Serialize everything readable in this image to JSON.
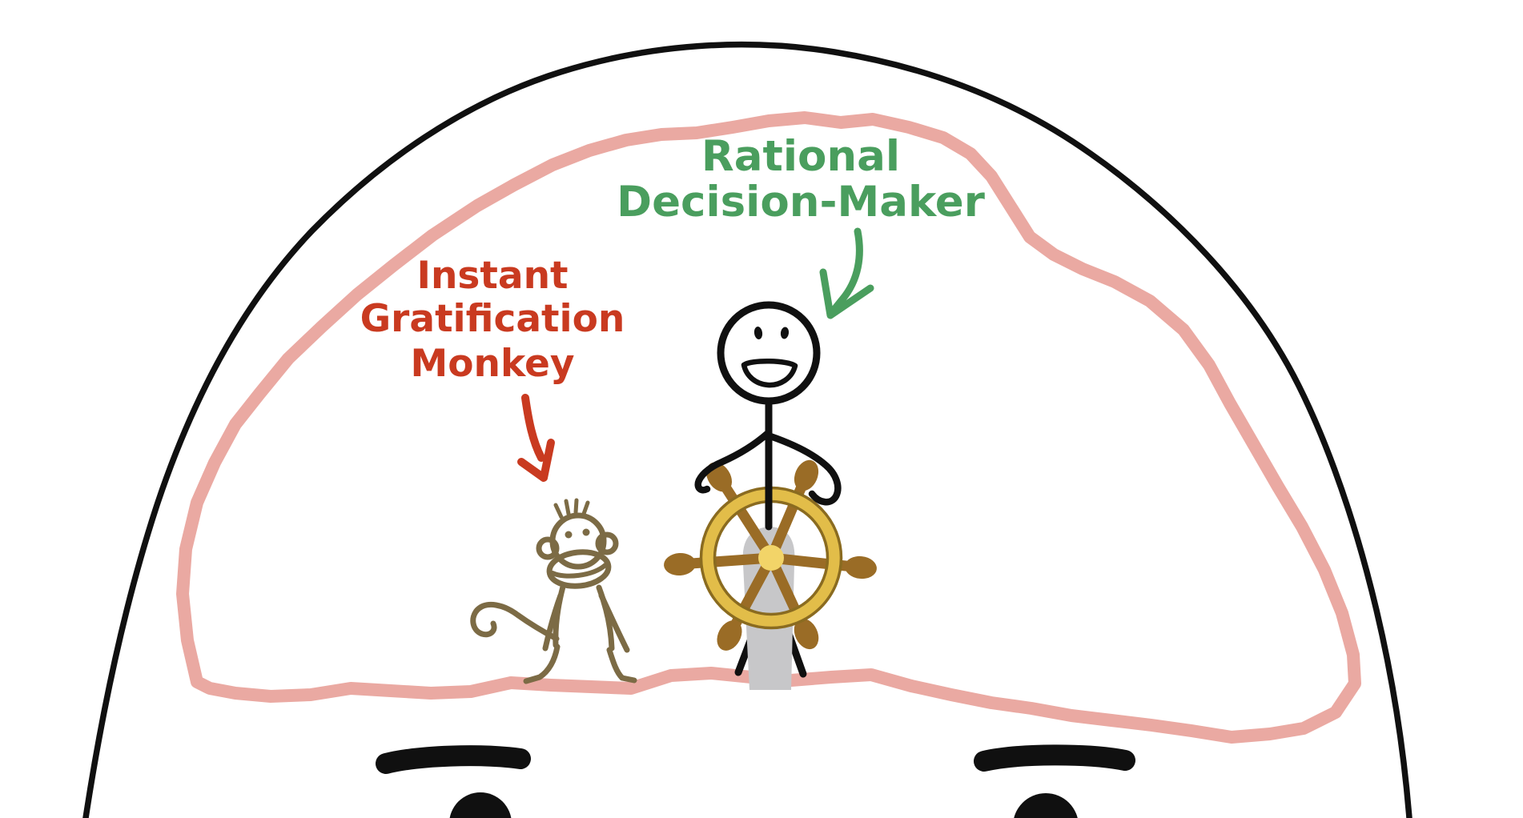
{
  "illustration": {
    "green_label": {
      "line1": "Rational",
      "line2": "Decision-Maker"
    },
    "red_label": {
      "line1": "Instant",
      "line2": "Gratification",
      "line3": "Monkey"
    }
  },
  "colors": {
    "green": "#4a9e5e",
    "red": "#c93a20",
    "brain_pink": "#eaa9a2",
    "monkey_brown": "#7c6b45",
    "monkey_muzzle": "#cbb493",
    "wheel_gold": "#e2bd49",
    "wheel_gold_edge": "#8a6b20",
    "wheel_spoke_brown": "#9a6c26",
    "wheel_hub": "#f2d468",
    "post_gray": "#c7c7c9",
    "ink_black": "#101010",
    "background": "#ffffff"
  }
}
